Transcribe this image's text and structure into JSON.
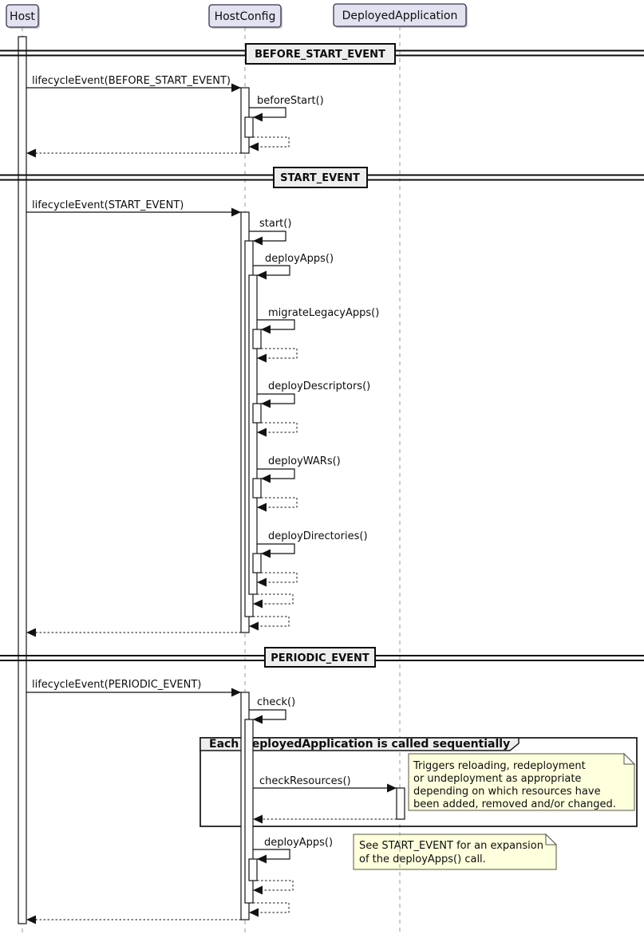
{
  "participants": [
    {
      "name": "Host"
    },
    {
      "name": "HostConfig"
    },
    {
      "name": "DeployedApplication"
    }
  ],
  "dividers": [
    {
      "label": "BEFORE_START_EVENT"
    },
    {
      "label": "START_EVENT"
    },
    {
      "label": "PERIODIC_EVENT"
    }
  ],
  "messages": {
    "lifecycle_before_start": "lifecycleEvent(BEFORE_START_EVENT)",
    "before_start": "beforeStart()",
    "lifecycle_start": "lifecycleEvent(START_EVENT)",
    "start": "start()",
    "deploy_apps": "deployApps()",
    "migrate_legacy_apps": "migrateLegacyApps()",
    "deploy_descriptors": "deployDescriptors()",
    "deploy_wars": "deployWARs()",
    "deploy_directories": "deployDirectories()",
    "lifecycle_periodic": "lifecycleEvent(PERIODIC_EVENT)",
    "check": "check()",
    "check_resources": "checkResources()",
    "deploy_apps_periodic": "deployApps()"
  },
  "group": {
    "label": "Each DeployedApplication is called sequentially"
  },
  "notes": {
    "check_resources_note": {
      "line1": "Triggers reloading, redeployment",
      "line2": "or undeployment as appropriate",
      "line3": "depending on which resources have",
      "line4": "been added, removed and/or changed."
    },
    "deploy_apps_note": {
      "line1": "See START_EVENT for an expansion",
      "line2": "of the deployApps() call."
    }
  },
  "colors": {
    "participant_fill": "#E2E2F0",
    "divider_fill": "#EEEEEE",
    "note_fill": "#FEFFDD",
    "line": "#121212",
    "lifeline": "#999999"
  }
}
